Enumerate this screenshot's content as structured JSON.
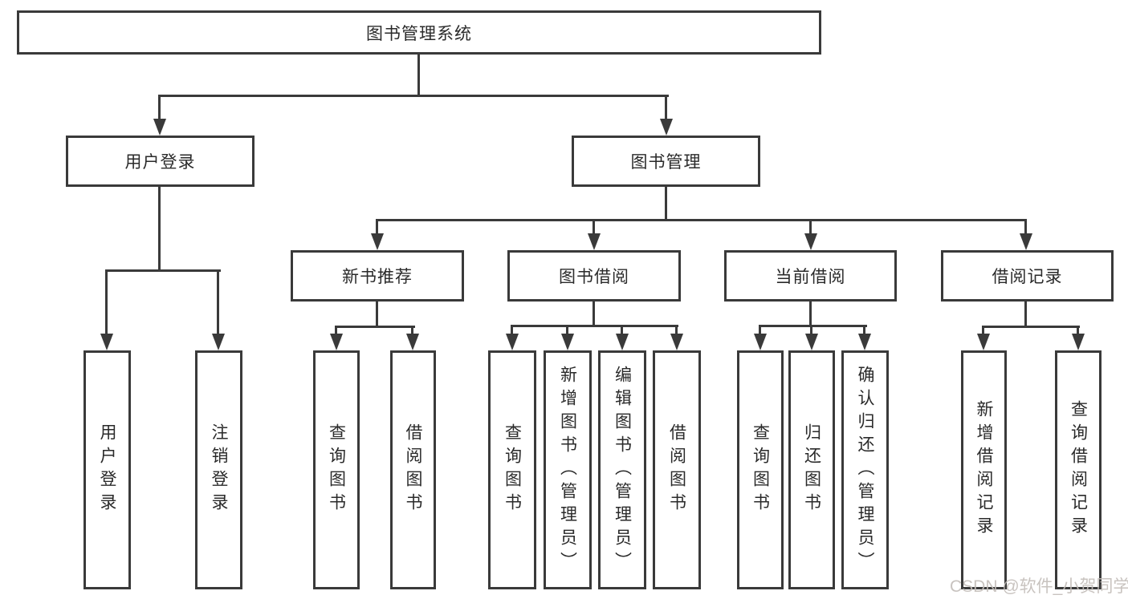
{
  "tree": {
    "root": {
      "label": "图书管理系统",
      "children": [
        {
          "label": "用户登录",
          "children": [
            {
              "label": "用户登录"
            },
            {
              "label": "注销登录"
            }
          ]
        },
        {
          "label": "图书管理",
          "children": [
            {
              "label": "新书推荐",
              "children": [
                {
                  "label": "查询图书"
                },
                {
                  "label": "借阅图书"
                }
              ]
            },
            {
              "label": "图书借阅",
              "children": [
                {
                  "label": "查询图书"
                },
                {
                  "label": "新增图书（管理员）"
                },
                {
                  "label": "编辑图书（管理员）"
                },
                {
                  "label": "借阅图书"
                }
              ]
            },
            {
              "label": "当前借阅",
              "children": [
                {
                  "label": "查询图书"
                },
                {
                  "label": "归还图书"
                },
                {
                  "label": "确认归还（管理员）"
                }
              ]
            },
            {
              "label": "借阅记录",
              "children": [
                {
                  "label": "新增借阅记录"
                },
                {
                  "label": "查询借阅记录"
                }
              ]
            }
          ]
        }
      ]
    }
  },
  "watermark": {
    "text": "CSDN @软件_小贺同学"
  },
  "colors": {
    "line": "#3a3a3a",
    "text": "#2a2a2a",
    "watermark": "#c3bdb9",
    "background": "#ffffff"
  }
}
